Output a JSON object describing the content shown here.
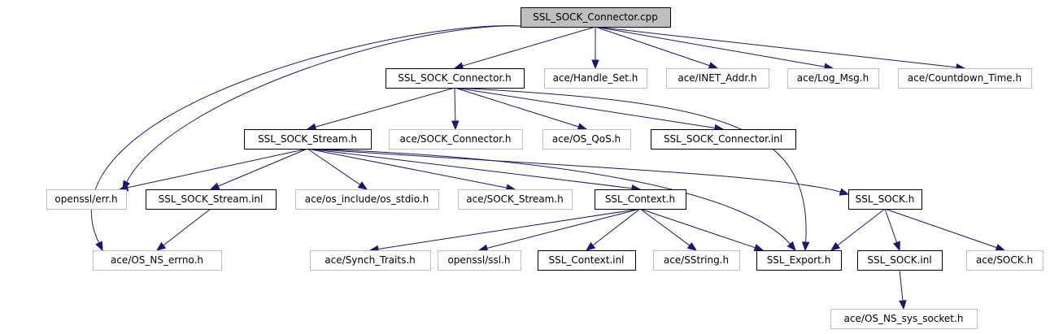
{
  "graph": {
    "nodes": [
      {
        "id": "root",
        "label": "SSL_SOCK_Connector.cpp",
        "style": "root"
      },
      {
        "id": "conn_h",
        "label": "SSL_SOCK_Connector.h",
        "style": "documented"
      },
      {
        "id": "handle_set",
        "label": "ace/Handle_Set.h",
        "style": "external"
      },
      {
        "id": "inet_addr",
        "label": "ace/INET_Addr.h",
        "style": "external"
      },
      {
        "id": "log_msg",
        "label": "ace/Log_Msg.h",
        "style": "external"
      },
      {
        "id": "countdown",
        "label": "ace/Countdown_Time.h",
        "style": "external"
      },
      {
        "id": "stream_h",
        "label": "SSL_SOCK_Stream.h",
        "style": "documented"
      },
      {
        "id": "ace_sock_conn",
        "label": "ace/SOCK_Connector.h",
        "style": "external"
      },
      {
        "id": "os_qos",
        "label": "ace/OS_QoS.h",
        "style": "external"
      },
      {
        "id": "conn_inl",
        "label": "SSL_SOCK_Connector.inl",
        "style": "documented"
      },
      {
        "id": "openssl_err",
        "label": "openssl/err.h",
        "style": "external"
      },
      {
        "id": "stream_inl",
        "label": "SSL_SOCK_Stream.inl",
        "style": "documented"
      },
      {
        "id": "os_stdio",
        "label": "ace/os_include/os_stdio.h",
        "style": "external"
      },
      {
        "id": "ace_sock_stream",
        "label": "ace/SOCK_Stream.h",
        "style": "external"
      },
      {
        "id": "ssl_context_h",
        "label": "SSL_Context.h",
        "style": "documented"
      },
      {
        "id": "ssl_sock_h",
        "label": "SSL_SOCK.h",
        "style": "documented"
      },
      {
        "id": "os_ns_errno",
        "label": "ace/OS_NS_errno.h",
        "style": "external"
      },
      {
        "id": "synch_traits",
        "label": "ace/Synch_Traits.h",
        "style": "external"
      },
      {
        "id": "openssl_ssl",
        "label": "openssl/ssl.h",
        "style": "external"
      },
      {
        "id": "ssl_context_inl",
        "label": "SSL_Context.inl",
        "style": "documented"
      },
      {
        "id": "sstring",
        "label": "ace/SString.h",
        "style": "external"
      },
      {
        "id": "ssl_export",
        "label": "SSL_Export.h",
        "style": "documented"
      },
      {
        "id": "ssl_sock_inl",
        "label": "SSL_SOCK.inl",
        "style": "documented"
      },
      {
        "id": "ace_sock",
        "label": "ace/SOCK.h",
        "style": "external"
      },
      {
        "id": "os_ns_sys_socket",
        "label": "ace/OS_NS_sys_socket.h",
        "style": "external"
      }
    ],
    "edges": [
      {
        "from": "root",
        "to": "conn_h"
      },
      {
        "from": "root",
        "to": "handle_set"
      },
      {
        "from": "root",
        "to": "inet_addr"
      },
      {
        "from": "root",
        "to": "log_msg"
      },
      {
        "from": "root",
        "to": "countdown"
      },
      {
        "from": "root",
        "to": "openssl_err"
      },
      {
        "from": "root",
        "to": "os_ns_errno"
      },
      {
        "from": "conn_h",
        "to": "stream_h"
      },
      {
        "from": "conn_h",
        "to": "ace_sock_conn"
      },
      {
        "from": "conn_h",
        "to": "os_qos"
      },
      {
        "from": "conn_h",
        "to": "conn_inl"
      },
      {
        "from": "conn_h",
        "to": "ssl_export"
      },
      {
        "from": "stream_h",
        "to": "openssl_err"
      },
      {
        "from": "stream_h",
        "to": "stream_inl"
      },
      {
        "from": "stream_h",
        "to": "os_stdio"
      },
      {
        "from": "stream_h",
        "to": "ace_sock_stream"
      },
      {
        "from": "stream_h",
        "to": "ssl_context_h"
      },
      {
        "from": "stream_h",
        "to": "ssl_sock_h"
      },
      {
        "from": "stream_h",
        "to": "ssl_export"
      },
      {
        "from": "stream_inl",
        "to": "os_ns_errno"
      },
      {
        "from": "ssl_context_h",
        "to": "synch_traits"
      },
      {
        "from": "ssl_context_h",
        "to": "openssl_ssl"
      },
      {
        "from": "ssl_context_h",
        "to": "ssl_context_inl"
      },
      {
        "from": "ssl_context_h",
        "to": "sstring"
      },
      {
        "from": "ssl_context_h",
        "to": "ssl_export"
      },
      {
        "from": "ssl_sock_h",
        "to": "ssl_export"
      },
      {
        "from": "ssl_sock_h",
        "to": "ssl_sock_inl"
      },
      {
        "from": "ssl_sock_h",
        "to": "ace_sock"
      },
      {
        "from": "ssl_sock_inl",
        "to": "os_ns_sys_socket"
      }
    ]
  },
  "colors": {
    "edge": "#191970",
    "documented_border": "#000000",
    "external_border": "#bfbfbf",
    "root_fill": "#bfbfbf"
  }
}
